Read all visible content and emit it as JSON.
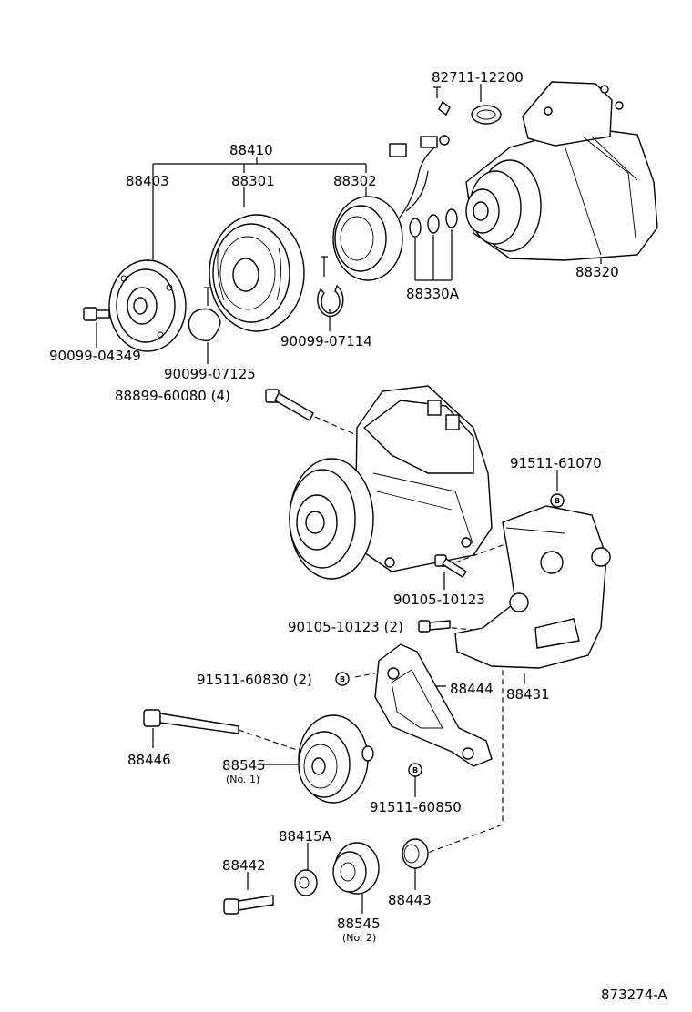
{
  "labels": {
    "p82711": "82711-12200",
    "p88410": "88410",
    "p88403": "88403",
    "p88301": "88301",
    "p88302": "88302",
    "p88320": "88320",
    "p88330A": "88330A",
    "p90099_04349": "90099-04349",
    "p90099_07125": "90099-07125",
    "p90099_07114": "90099-07114",
    "p88899": "88899-60080 (4)",
    "p91511_61070": "91511-61070",
    "p90105_10123a": "90105-10123",
    "p90105_10123b": "90105-10123 (2)",
    "p91511_60830": "91511-60830 (2)",
    "p88444": "88444",
    "p88431": "88431",
    "p88446": "88446",
    "p88545a": "88545",
    "p88545a_note": "(No. 1)",
    "p91511_60850": "91511-60850",
    "p88415A": "88415A",
    "p88442": "88442",
    "p88443": "88443",
    "p88545b": "88545",
    "p88545b_note": "(No. 2)",
    "figure_id": "873274-A"
  },
  "badges": {
    "b1": "B",
    "b2": "B",
    "b3": "B"
  }
}
